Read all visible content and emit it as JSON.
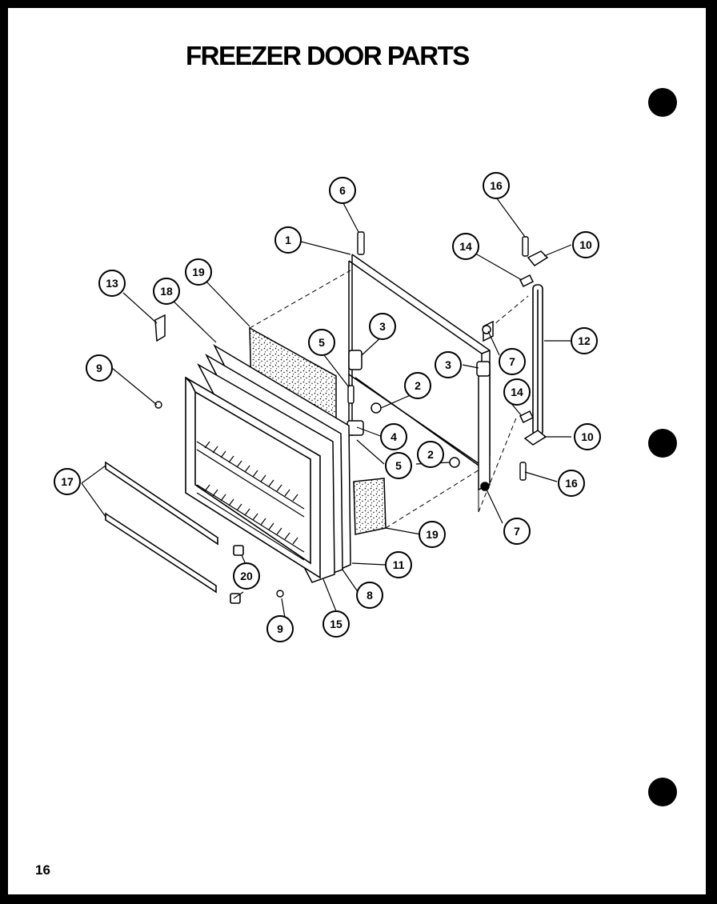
{
  "title": "FREEZER DOOR PARTS",
  "page_number": "16",
  "callouts": [
    {
      "id": "c1",
      "label": "1"
    },
    {
      "id": "c2a",
      "label": "2"
    },
    {
      "id": "c2b",
      "label": "2"
    },
    {
      "id": "c3a",
      "label": "3"
    },
    {
      "id": "c3b",
      "label": "3"
    },
    {
      "id": "c4",
      "label": "4"
    },
    {
      "id": "c5a",
      "label": "5"
    },
    {
      "id": "c5b",
      "label": "5"
    },
    {
      "id": "c6",
      "label": "6"
    },
    {
      "id": "c7a",
      "label": "7"
    },
    {
      "id": "c7b",
      "label": "7"
    },
    {
      "id": "c8",
      "label": "8"
    },
    {
      "id": "c9a",
      "label": "9"
    },
    {
      "id": "c9b",
      "label": "9"
    },
    {
      "id": "c10a",
      "label": "10"
    },
    {
      "id": "c10b",
      "label": "10"
    },
    {
      "id": "c11",
      "label": "11"
    },
    {
      "id": "c12",
      "label": "12"
    },
    {
      "id": "c13",
      "label": "13"
    },
    {
      "id": "c14a",
      "label": "14"
    },
    {
      "id": "c14b",
      "label": "14"
    },
    {
      "id": "c15",
      "label": "15"
    },
    {
      "id": "c16a",
      "label": "16"
    },
    {
      "id": "c16b",
      "label": "16"
    },
    {
      "id": "c17",
      "label": "17"
    },
    {
      "id": "c18",
      "label": "18"
    },
    {
      "id": "c19a",
      "label": "19"
    },
    {
      "id": "c19b",
      "label": "19"
    },
    {
      "id": "c20",
      "label": "20"
    }
  ]
}
